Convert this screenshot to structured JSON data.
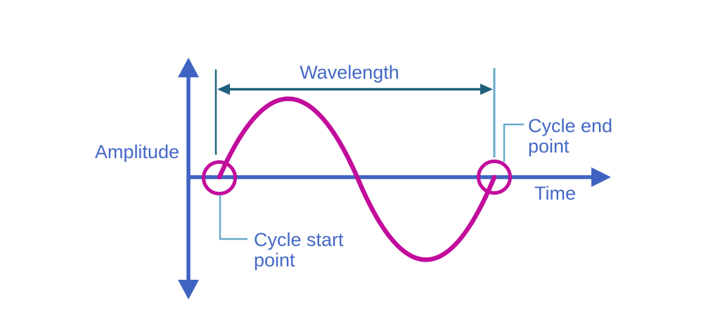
{
  "diagram": {
    "background": "#ffffff",
    "wave": {
      "shape": "sine",
      "cycles_shown": 1,
      "starts_at": "zero crossing rising",
      "ends_at": "zero crossing rising"
    }
  },
  "labels": {
    "amplitude": "Amplitude",
    "wavelength": "Wavelength",
    "time": "Time",
    "cycle_start": {
      "line1": "Cycle start",
      "line2": "point"
    },
    "cycle_end": {
      "line1": "Cycle end",
      "line2": "point"
    }
  },
  "colors": {
    "axis_blue": "#3f63c1",
    "label_blue": "#4468c5",
    "wave_magenta": "#c20c9c",
    "dim_teal": "#20607d",
    "connector_blue": "#68a9cb"
  }
}
